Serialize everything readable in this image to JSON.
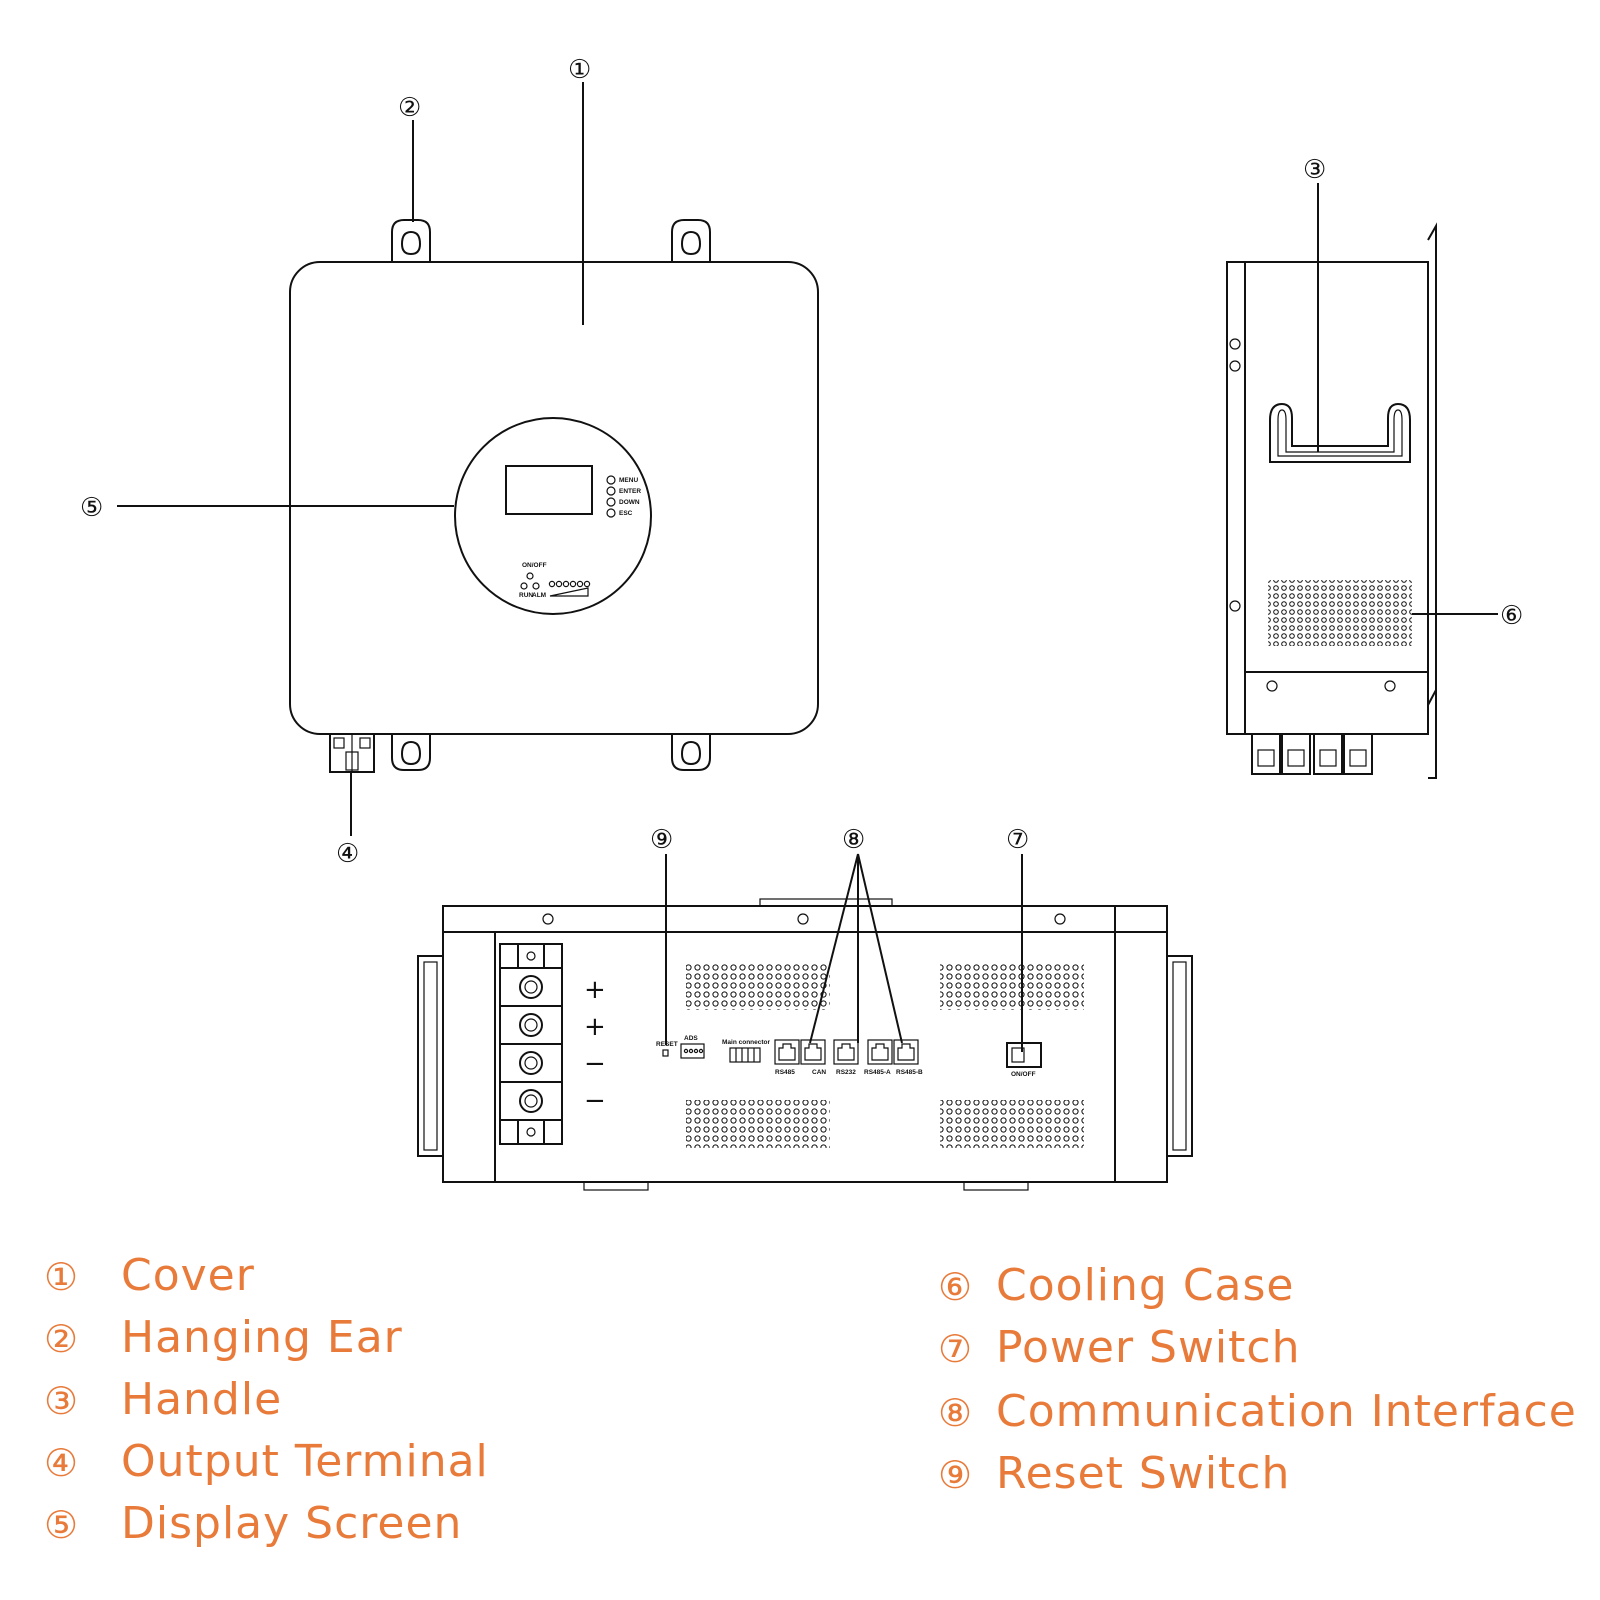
{
  "callouts": [
    "①",
    "②",
    "③",
    "④",
    "⑤",
    "⑥",
    "⑦",
    "⑧",
    "⑨"
  ],
  "panel": {
    "buttons": [
      "MENU",
      "ENTER",
      "DOWN",
      "ESC"
    ],
    "onoff": "ON/OFF",
    "run": "RUN",
    "alm": "ALM"
  },
  "bottom_panel": {
    "reset": "RESET",
    "ads": "ADS",
    "main_connector": "Main  connector",
    "ports": [
      "RS485",
      "CAN",
      "RS232",
      "RS485-A",
      "RS485-B"
    ],
    "switch": "ON/OFF",
    "signs": [
      "+",
      "+",
      "−",
      "−"
    ]
  },
  "legend": {
    "left": [
      {
        "num": "①",
        "label": "Cover"
      },
      {
        "num": "②",
        "label": "Hanging Ear"
      },
      {
        "num": "③",
        "label": "Handle"
      },
      {
        "num": "④",
        "label": "Output Terminal"
      },
      {
        "num": "⑤",
        "label": "Display Screen"
      }
    ],
    "right": [
      {
        "num": "⑥",
        "label": "Cooling Case"
      },
      {
        "num": "⑦",
        "label": "Power Switch"
      },
      {
        "num": "⑧",
        "label": "Communication Interface"
      },
      {
        "num": "⑨",
        "label": "Reset Switch"
      }
    ]
  },
  "colors": {
    "legend": "#e87a3a",
    "line": "#111111"
  }
}
